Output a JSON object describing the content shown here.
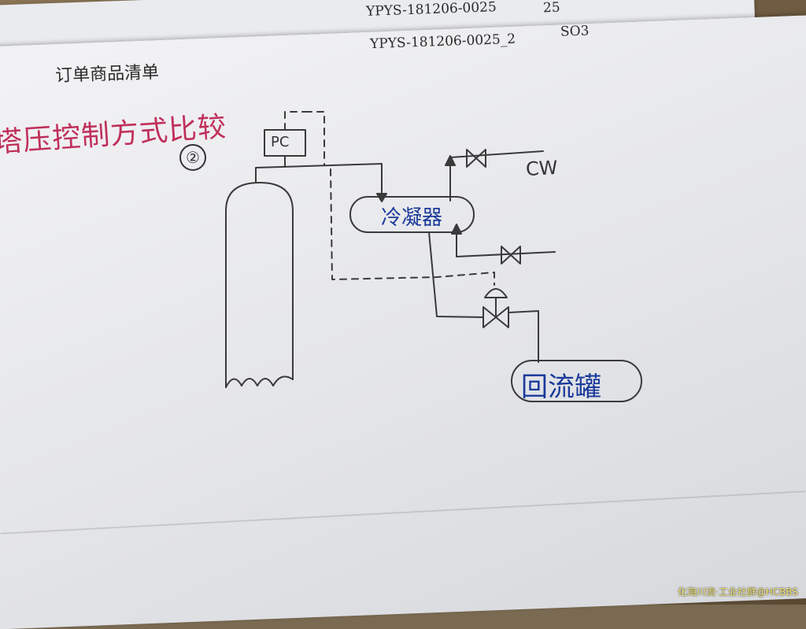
{
  "header": {
    "doc_title": "订单商品清单",
    "order_code_1": "YPYS-181206-0025",
    "order_extra_1": "25",
    "order_code_2": "YPYS-181206-0025_2",
    "order_extra_2": "SO3"
  },
  "diagram": {
    "handwritten_title": "塔压控制方式比较",
    "figure_number": "②",
    "controller_label": "PC",
    "condenser_label": "冷凝器",
    "coolant_label": "CW",
    "drum_label": "回流罐"
  },
  "watermark": "化海川流·工业社群@HCBBS",
  "colors": {
    "ink": "#3a3a3a",
    "red_ink": "#c0305a",
    "blue_ink": "#1a3a9a"
  }
}
